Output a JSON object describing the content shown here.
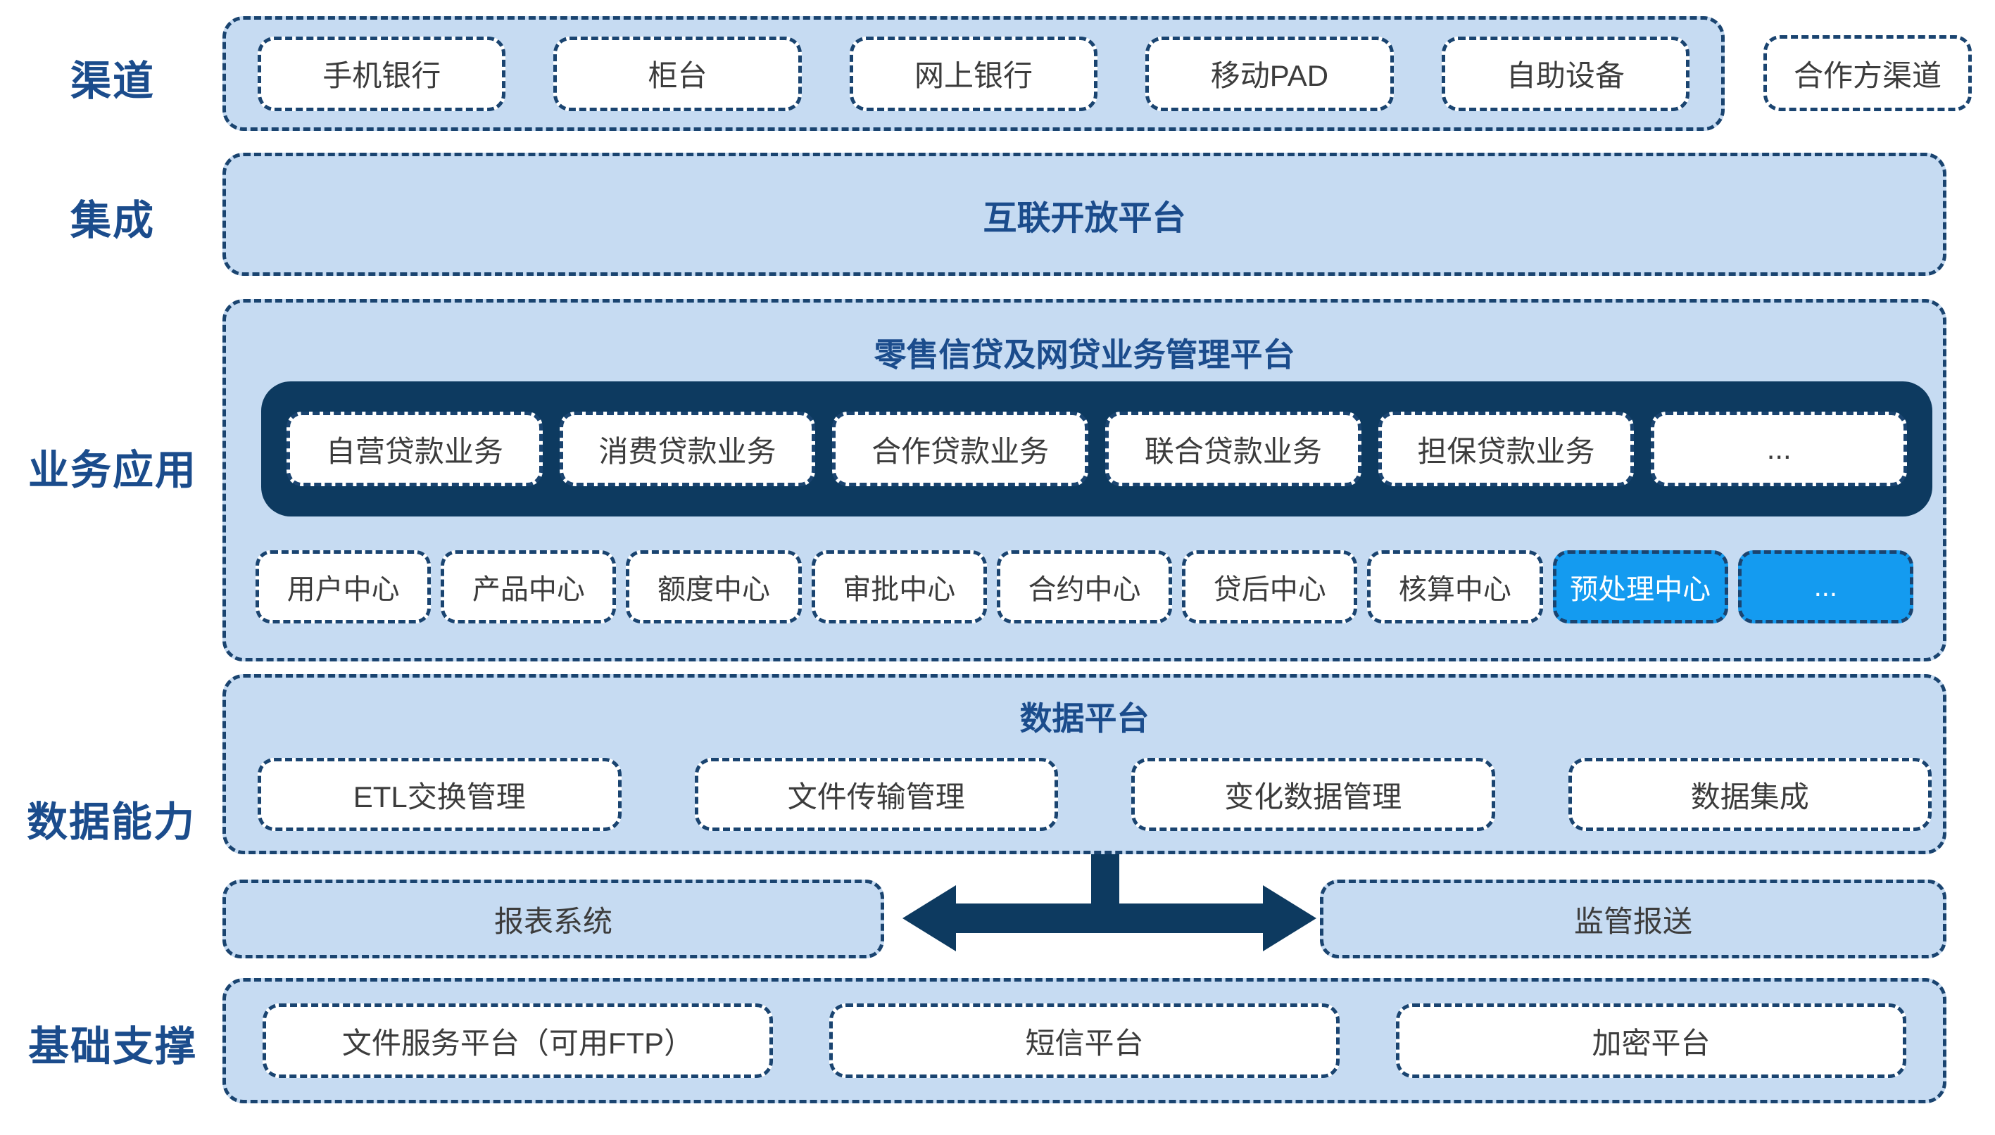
{
  "colors": {
    "container_fill": "#C6DBF2",
    "dash_border": "#1A4470",
    "dark_panel": "#0D3A60",
    "highlight_blue": "#149BF0",
    "heading_blue": "#1B4C8C",
    "box_text": "#3C3C3C"
  },
  "sections": {
    "channels": {
      "label": "渠道",
      "boxes": [
        "手机银行",
        "柜台",
        "网上银行",
        "移动PAD",
        "自助设备"
      ],
      "external_box": "合作方渠道"
    },
    "integration": {
      "label": "集成",
      "title": "互联开放平台"
    },
    "business": {
      "label": "业务应用",
      "platform_title": "零售信贷及网贷业务管理平台",
      "loan_boxes": [
        "自营贷款业务",
        "消费贷款业务",
        "合作贷款业务",
        "联合贷款业务",
        "担保贷款业务",
        "..."
      ],
      "center_boxes": [
        "用户中心",
        "产品中心",
        "额度中心",
        "审批中心",
        "合约中心",
        "贷后中心",
        "核算中心",
        "预处理中心",
        "..."
      ]
    },
    "data": {
      "label": "数据能力",
      "title": "数据平台",
      "boxes": [
        "ETL交换管理",
        "文件传输管理",
        "变化数据管理",
        "数据集成"
      ],
      "left_pill": "报表系统",
      "right_pill": "监管报送"
    },
    "foundation": {
      "label": "基础支撑",
      "boxes": [
        "文件服务平台（可用FTP）",
        "短信平台",
        "加密平台"
      ]
    }
  }
}
